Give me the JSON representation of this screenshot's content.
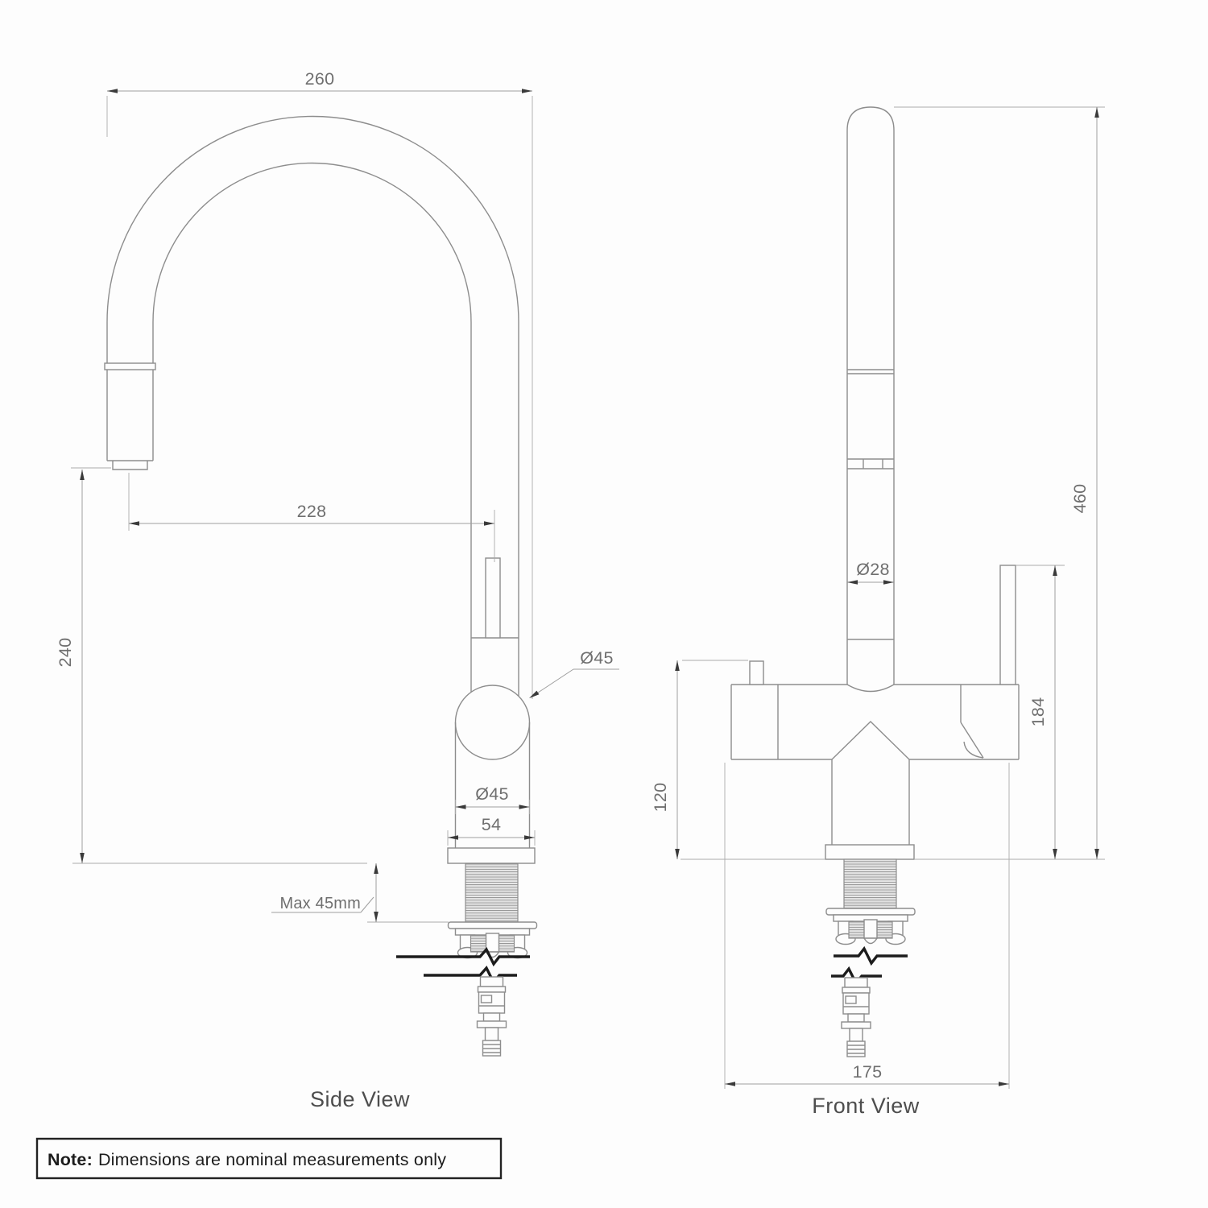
{
  "drawing": {
    "side_view": {
      "label": "Side View",
      "dim_spout_width": "260",
      "dim_spout_reach": "228",
      "dim_outlet_height": "240",
      "dim_ball_diameter": "Ø45",
      "dim_body_diameter": "Ø45",
      "dim_base_width": "54",
      "dim_max_counter_thickness": "Max 45mm"
    },
    "front_view": {
      "label": "Front View",
      "dim_total_height": "460",
      "dim_spout_diameter": "Ø28",
      "dim_handle_height": "184",
      "dim_body_height": "120",
      "dim_base_spread": "175"
    },
    "note": {
      "prefix": "Note:",
      "text": "Dimensions are nominal measurements only"
    }
  }
}
